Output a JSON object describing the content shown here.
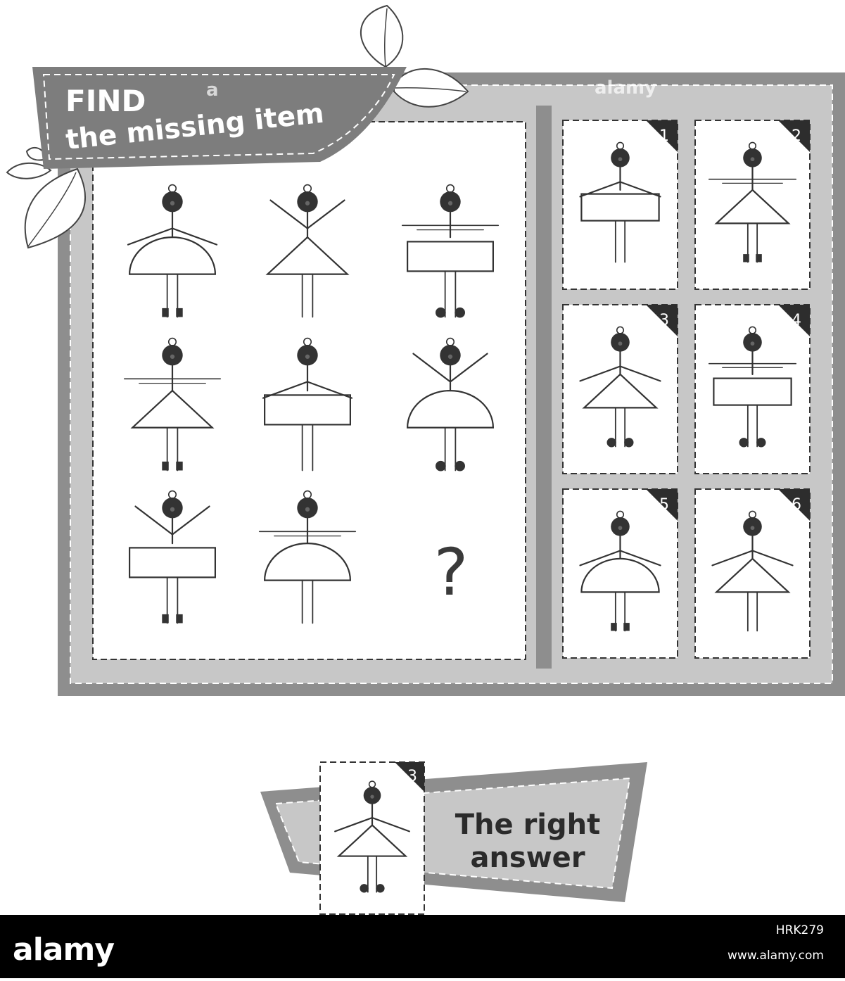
{
  "title": {
    "line1": "FIND",
    "line2": "the missing item"
  },
  "question_mark": "?",
  "puzzle": {
    "cells": [
      {
        "arms": "horizontal",
        "body": "semicircle",
        "feet": "boots"
      },
      {
        "arms": "up",
        "body": "triangle",
        "feet": "lines"
      },
      {
        "arms": "level",
        "body": "rectangle",
        "feet": "balls"
      },
      {
        "arms": "level",
        "body": "triangle",
        "feet": "boots"
      },
      {
        "arms": "horizontal",
        "body": "rectangle",
        "feet": "lines"
      },
      {
        "arms": "up",
        "body": "semicircle",
        "feet": "balls"
      },
      {
        "arms": "up",
        "body": "rectangle",
        "feet": "boots"
      },
      {
        "arms": "level",
        "body": "semicircle",
        "feet": "lines"
      },
      null
    ]
  },
  "options": [
    {
      "label": "1",
      "arms": "horizontal",
      "body": "rectangle",
      "feet": "lines"
    },
    {
      "label": "2",
      "arms": "level",
      "body": "triangle",
      "feet": "boots"
    },
    {
      "label": "3",
      "arms": "horizontal",
      "body": "triangle",
      "feet": "balls"
    },
    {
      "label": "4",
      "arms": "level",
      "body": "rectangle",
      "feet": "balls"
    },
    {
      "label": "5",
      "arms": "horizontal",
      "body": "semicircle",
      "feet": "boots"
    },
    {
      "label": "6",
      "arms": "horizontal",
      "body": "triangle",
      "feet": "lines"
    }
  ],
  "answer": {
    "label": "3",
    "text_line1": "The right",
    "text_line2": "answer",
    "figure": {
      "arms": "horizontal",
      "body": "triangle",
      "feet": "balls"
    }
  },
  "watermark": "alamy",
  "footer": {
    "logo": "alamy",
    "image_id": "HRK279",
    "url": "www.alamy.com"
  },
  "colors": {
    "frame": "#8e8e8e",
    "title_banner": "#7d7d7d",
    "figure": "#333333",
    "corner": "#2d2d2d"
  }
}
